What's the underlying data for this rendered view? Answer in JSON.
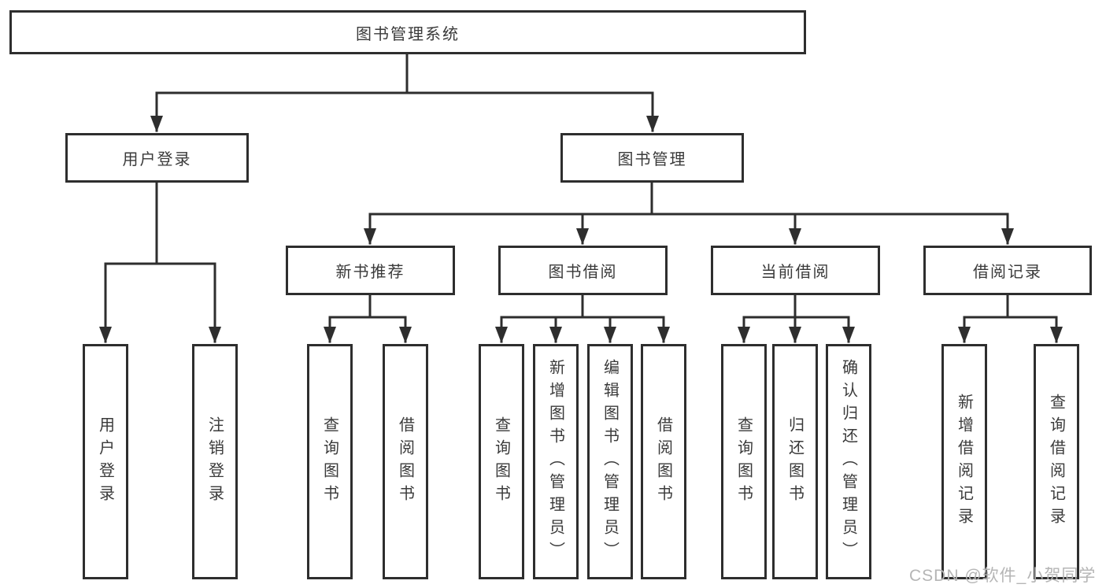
{
  "tree": {
    "label": "图书管理系统",
    "children": [
      {
        "label": "用户登录",
        "children": [
          {
            "label": "用户登录"
          },
          {
            "label": "注销登录"
          }
        ]
      },
      {
        "label": "图书管理",
        "children": [
          {
            "label": "新书推荐",
            "children": [
              {
                "label": "查询图书"
              },
              {
                "label": "借阅图书"
              }
            ]
          },
          {
            "label": "图书借阅",
            "children": [
              {
                "label": "查询图书"
              },
              {
                "label": "新增图书（管理员）"
              },
              {
                "label": "编辑图书（管理员）"
              },
              {
                "label": "借阅图书"
              }
            ]
          },
          {
            "label": "当前借阅",
            "children": [
              {
                "label": "查询图书"
              },
              {
                "label": "归还图书"
              },
              {
                "label": "确认归还（管理员）"
              }
            ]
          },
          {
            "label": "借阅记录",
            "children": [
              {
                "label": "新增借阅记录"
              },
              {
                "label": "查询借阅记录"
              }
            ]
          }
        ]
      }
    ]
  },
  "watermark": {
    "text": "CSDN @软件_小贺同学"
  },
  "colors": {
    "line": "#2e2e2e",
    "text": "#3a3a3a",
    "watermark": "#b5b5b5",
    "background": "#ffffff"
  }
}
